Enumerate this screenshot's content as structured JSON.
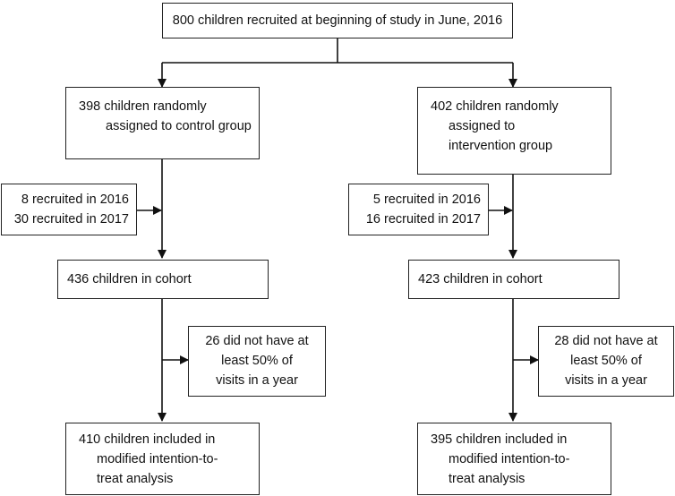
{
  "top": {
    "text": "800 children recruited at beginning of study in June, 2016"
  },
  "left": {
    "assigned": [
      "398 children randomly",
      "assigned to control group"
    ],
    "recruited": [
      "8 recruited in 2016",
      "30 recruited in 2017"
    ],
    "cohort": "436 children in cohort",
    "excluded": [
      "26 did not have at",
      "least 50% of",
      "visits in a year"
    ],
    "analysis": [
      "410 children included in",
      "modified intention-to-",
      "treat analysis"
    ]
  },
  "right": {
    "assigned": [
      "402 children randomly",
      "assigned to",
      "intervention group"
    ],
    "recruited": [
      "5 recruited in 2016",
      "16 recruited in 2017"
    ],
    "cohort": "423 children in cohort",
    "excluded": [
      "28 did not have at",
      "least 50% of",
      "visits in a year"
    ],
    "analysis": [
      "395 children included in",
      "modified intention-to-",
      "treat analysis"
    ]
  }
}
